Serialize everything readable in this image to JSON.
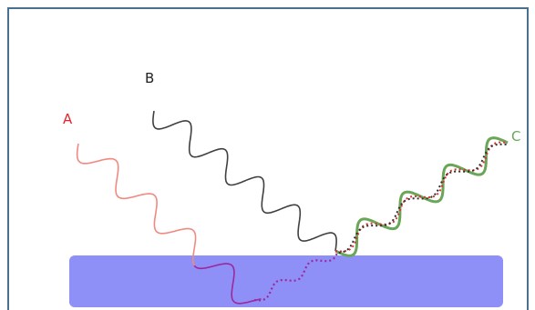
{
  "diagram": {
    "labels": {
      "a": "A",
      "b": "B",
      "c": "C"
    },
    "colors": {
      "frame": "#4a7090",
      "wave_a": "#f08a80",
      "wave_a_label": "#e8242a",
      "wave_b": "#404040",
      "wave_b_label": "#222222",
      "wave_c": "#6aa658",
      "wave_c_label": "#6aa658",
      "refracted": "#9a2a9a",
      "slab": "#8f8ff8",
      "dotted_red": "#e03030",
      "dotted_dark": "#303030"
    }
  }
}
